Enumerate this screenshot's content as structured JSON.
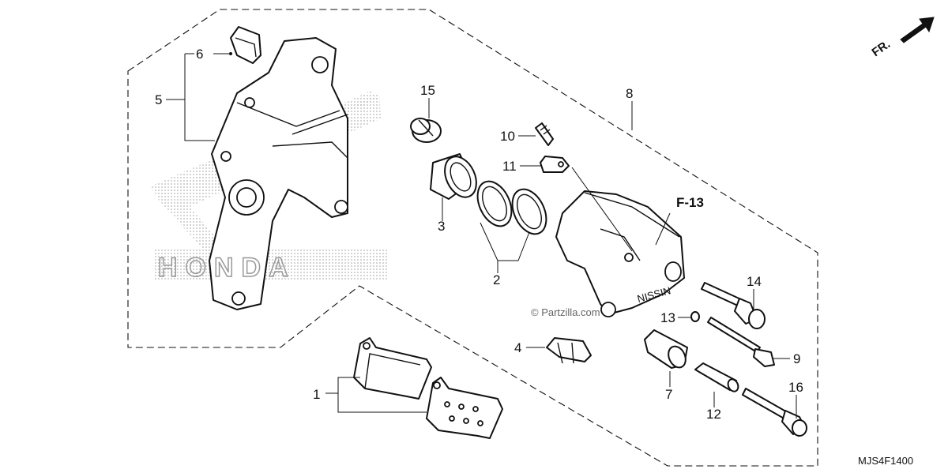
{
  "orientation_label": "FR.",
  "reference_label": "F-13",
  "diagram_code": "MJS4F1400",
  "watermark": "© Partzilla.com",
  "background_logo": "HONDA",
  "callouts": {
    "c1": "1",
    "c2": "2",
    "c3": "3",
    "c4": "4",
    "c5": "5",
    "c6": "6",
    "c7": "7",
    "c8": "8",
    "c9": "9",
    "c10": "10",
    "c11": "11",
    "c12": "12",
    "c13": "13",
    "c14": "14",
    "c15": "15",
    "c16": "16"
  },
  "caliper_marking": "NISSIN",
  "icons": [
    "front-direction-arrow-icon",
    "honda-wing-logo-icon"
  ]
}
